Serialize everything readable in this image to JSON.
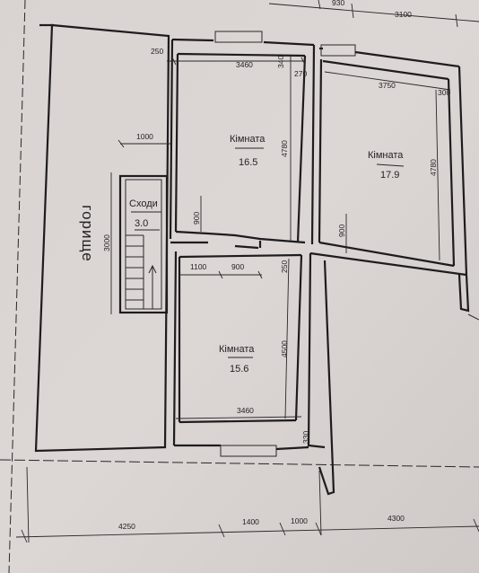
{
  "rooms": {
    "top_left": {
      "name": "Кімната",
      "area": "16.5"
    },
    "top_right": {
      "name": "Кімната",
      "area": "17.9"
    },
    "bottom": {
      "name": "Кімната",
      "area": "15.6"
    },
    "stairs": {
      "name": "Сходи",
      "area": "3.0"
    }
  },
  "attic_label": "горище",
  "dimensions": {
    "top_930": "930",
    "top_3100": "3100",
    "d_250": "250",
    "d_3460_top": "3460",
    "d_340": "340",
    "d_270": "270",
    "d_3750": "3750",
    "d_300": "300",
    "d_1000_left": "1000",
    "d_4780_left": "4780",
    "d_4780_right": "4780",
    "d_900_stairs": "900",
    "d_900_right": "900",
    "d_3000": "3000",
    "d_1100": "1100",
    "d_900_mid": "900",
    "d_250_mid": "250",
    "d_4500": "4500",
    "d_3460_bottom": "3460",
    "d_330": "330",
    "bottom_4250": "4250",
    "bottom_1400": "1400",
    "bottom_1000": "1000",
    "bottom_4300": "4300"
  }
}
